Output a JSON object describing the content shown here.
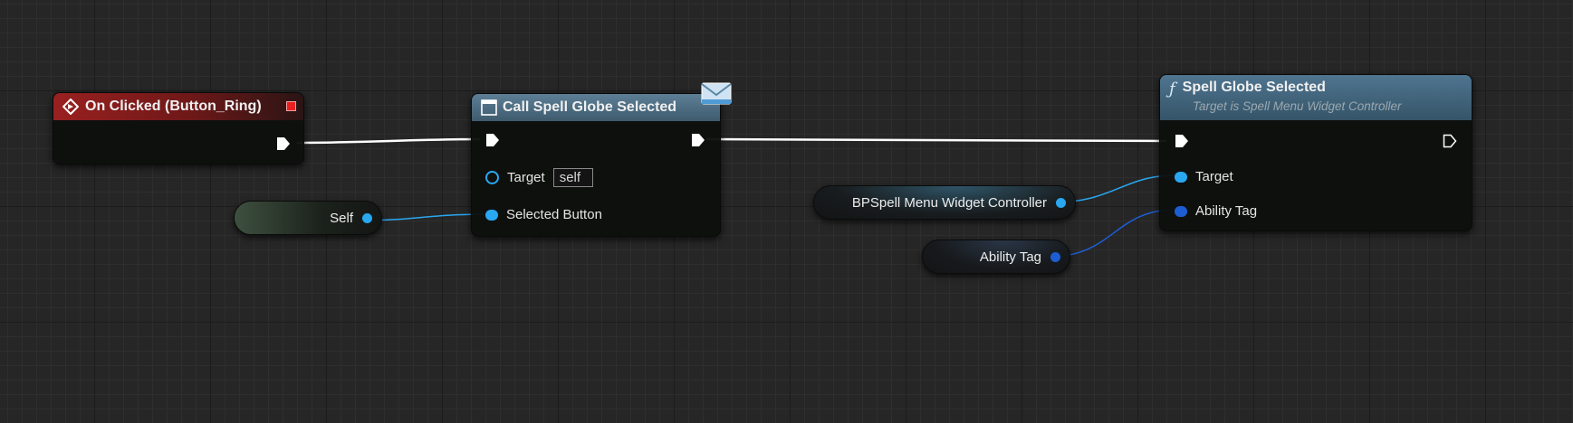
{
  "graph": {
    "on_clicked": {
      "title": "On Clicked (Button_Ring)",
      "header_color": "#8a1c1c"
    },
    "call_node": {
      "title": "Call Spell Globe Selected",
      "header_color": "#4f6e83",
      "target_label": "Target",
      "target_value": "self",
      "selected_button_label": "Selected Button"
    },
    "self_node": {
      "label": "Self"
    },
    "controller_node": {
      "label": "BPSpell Menu Widget Controller"
    },
    "ability_tag_node": {
      "label": "Ability Tag"
    },
    "function_node": {
      "title": "Spell Globe Selected",
      "subtitle": "Target is Spell Menu Widget Controller",
      "header_color": "#47697f",
      "target_label": "Target",
      "ability_tag_label": "Ability Tag"
    },
    "colors": {
      "object_pin": "#29a7f0",
      "struct_pin": "#1c5ed2",
      "exec_wire": "#ffffff",
      "background": "#262626"
    },
    "icons": [
      "event-diamond-icon",
      "delegate-stop-icon",
      "message-envelope-icon",
      "function-f-icon",
      "exec-pin-icon",
      "data-pin-icon"
    ]
  }
}
